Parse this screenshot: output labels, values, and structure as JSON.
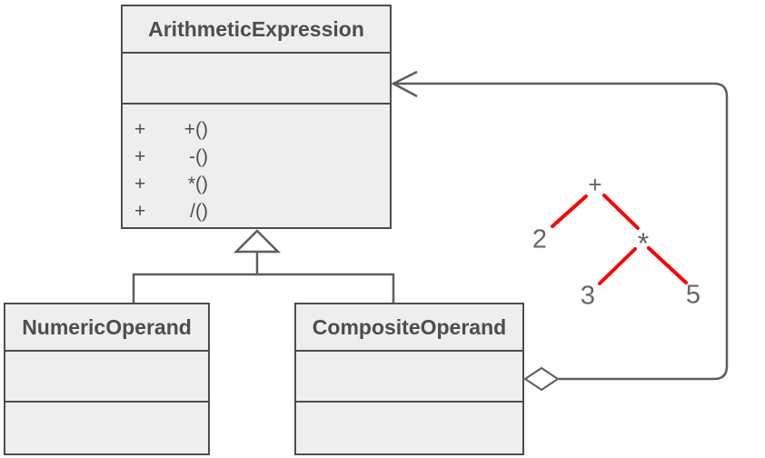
{
  "diagram": {
    "type": "uml-class-diagram",
    "classes": {
      "arithmetic": {
        "name": "ArithmeticExpression",
        "attributes": [],
        "methods": [
          {
            "visibility": "+",
            "label": "+()"
          },
          {
            "visibility": "+",
            "label": "-()"
          },
          {
            "visibility": "+",
            "label": "*()"
          },
          {
            "visibility": "+",
            "label": "/()"
          }
        ]
      },
      "numeric": {
        "name": "NumericOperand",
        "attributes": [],
        "methods": []
      },
      "composite": {
        "name": "CompositeOperand",
        "attributes": [],
        "methods": []
      }
    },
    "relationships": [
      {
        "type": "generalization",
        "from": "NumericOperand",
        "to": "ArithmeticExpression"
      },
      {
        "type": "generalization",
        "from": "CompositeOperand",
        "to": "ArithmeticExpression"
      },
      {
        "type": "aggregation",
        "from": "CompositeOperand",
        "to": "ArithmeticExpression"
      }
    ],
    "expression_tree": {
      "nodes": [
        {
          "label": "+"
        },
        {
          "label": "2"
        },
        {
          "label": "*"
        },
        {
          "label": "3"
        },
        {
          "label": "5"
        }
      ],
      "edges": [
        [
          "+",
          "2"
        ],
        [
          "+",
          "*"
        ],
        [
          "*",
          "3"
        ],
        [
          "*",
          "5"
        ]
      ]
    },
    "colors": {
      "background": "#ffffff",
      "box_fill": "#eeeeee",
      "box_border": "#4d4d4d",
      "connector": "#5e5e5e",
      "tree_edge": "#ff0000",
      "tree_label": "#666666"
    }
  }
}
